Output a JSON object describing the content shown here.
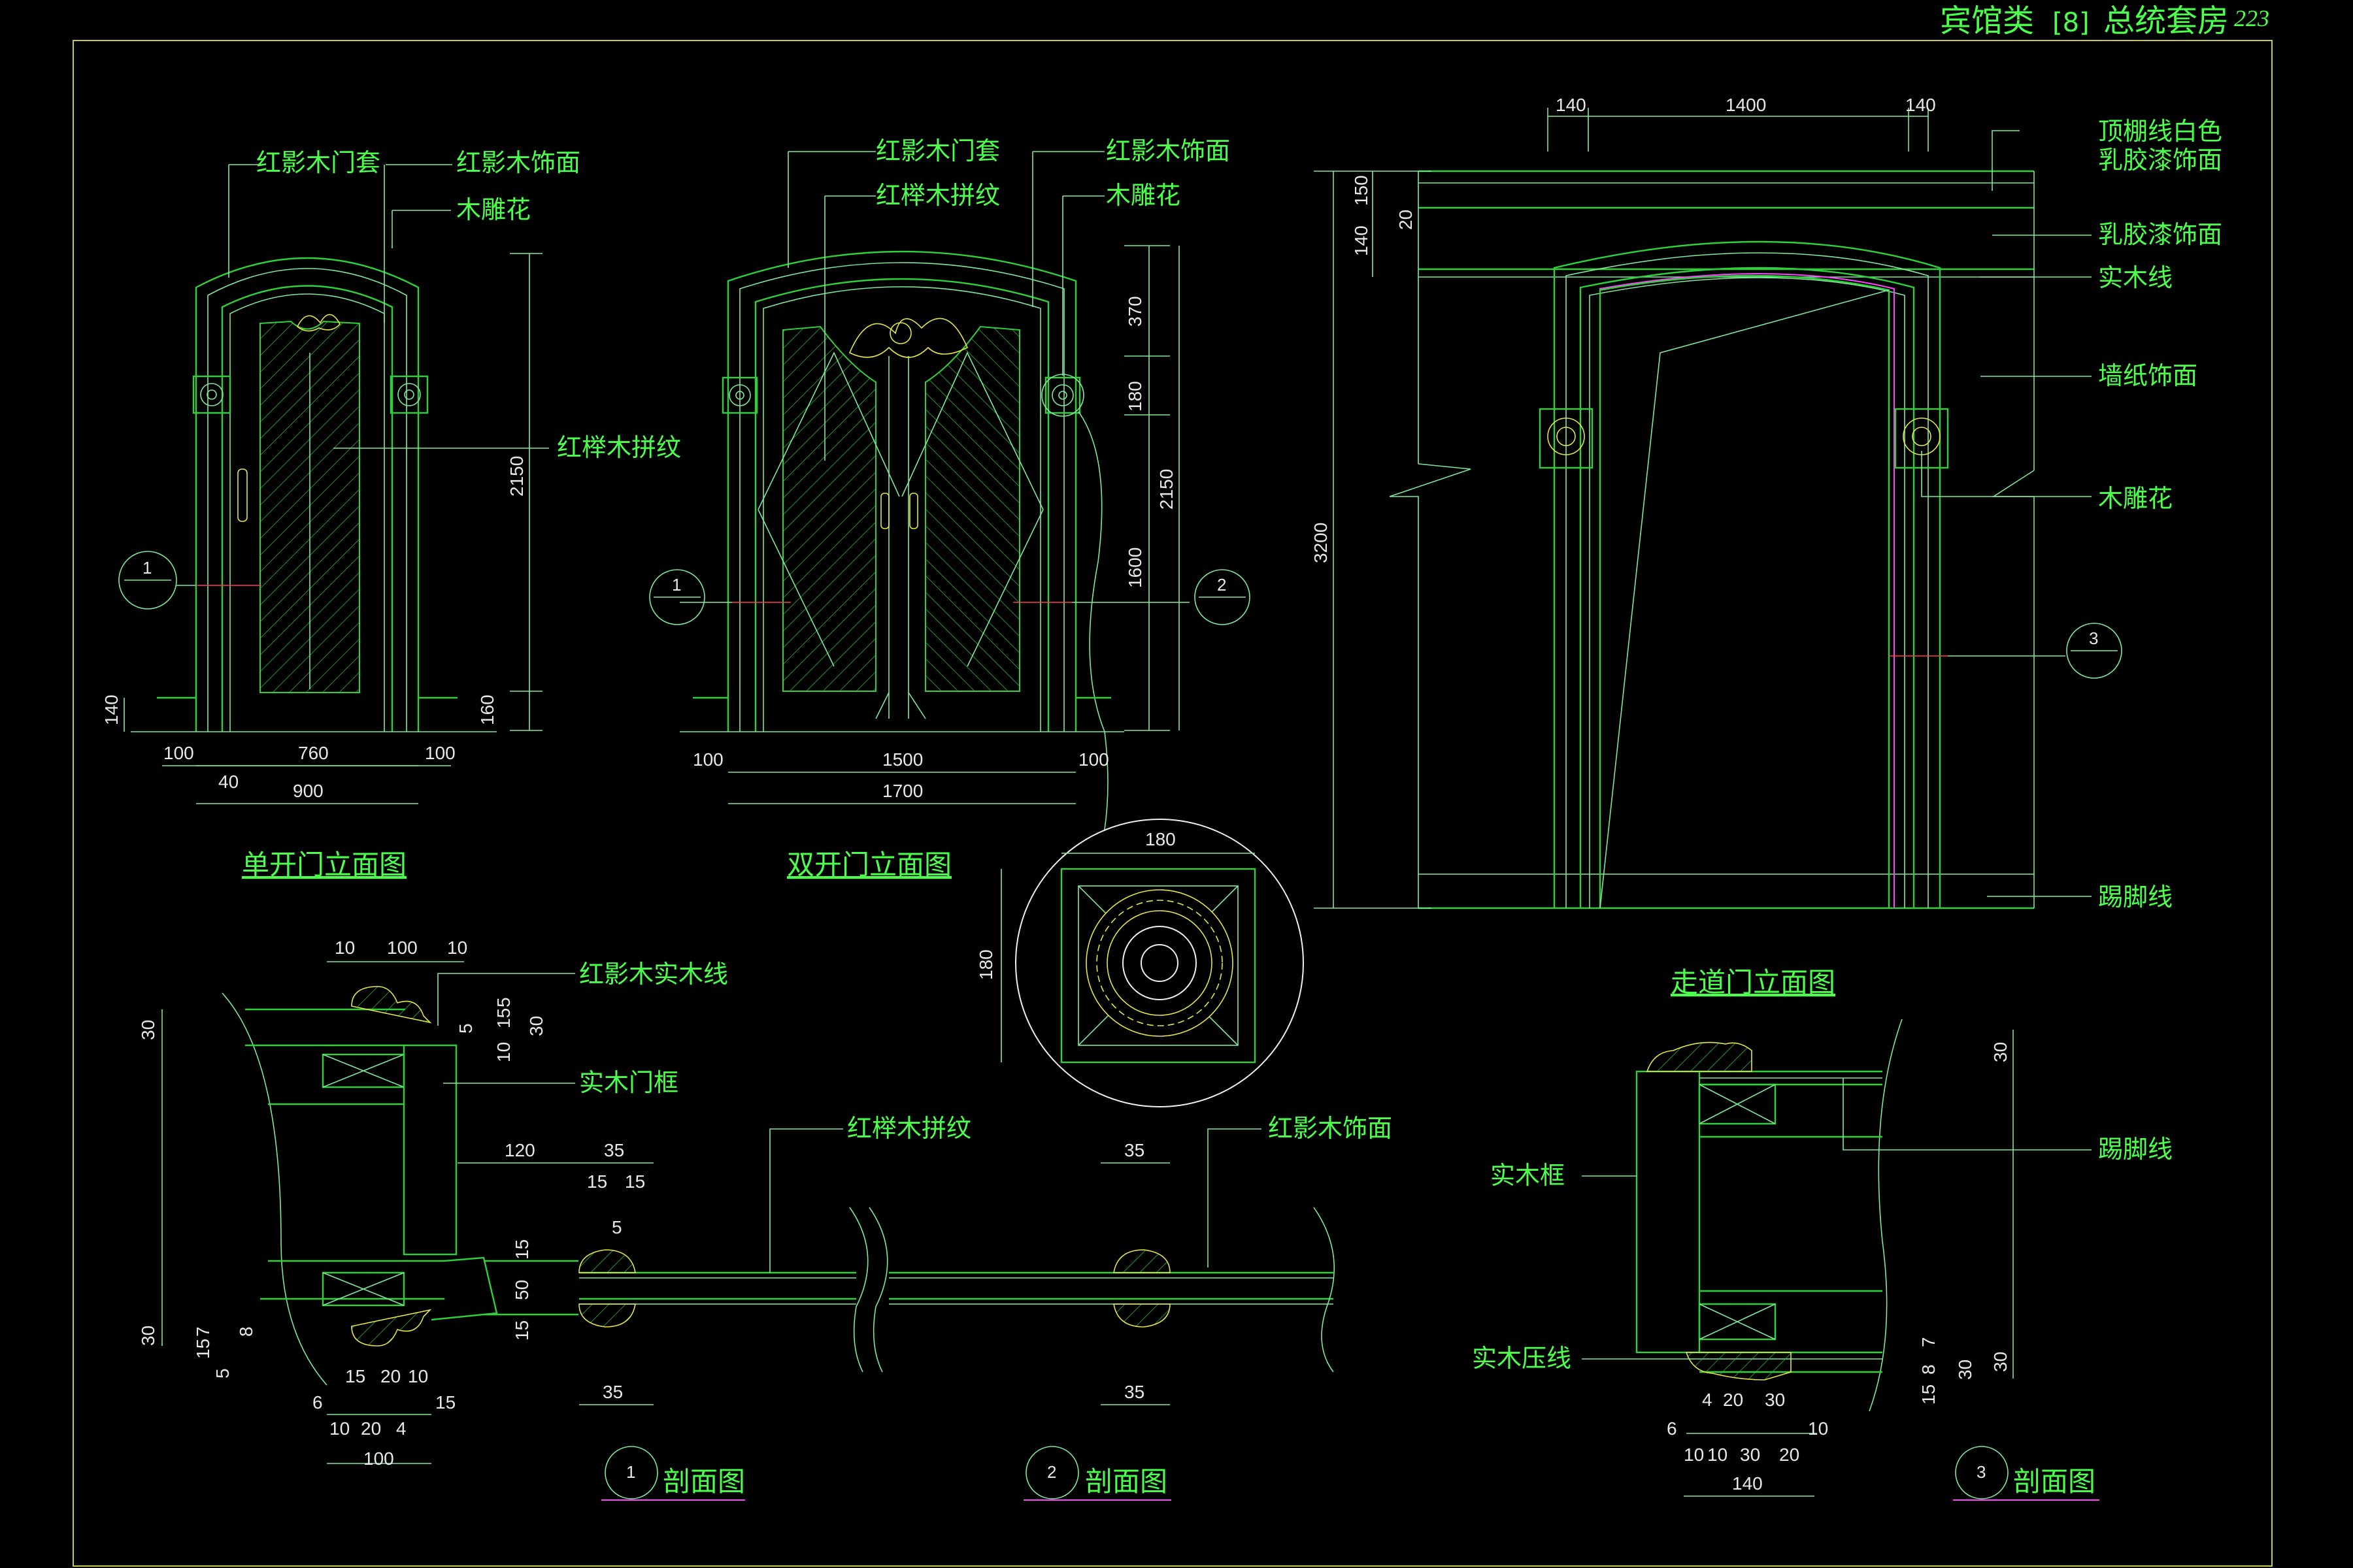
{
  "header": {
    "category": "宾馆类",
    "index": "[8]",
    "subject": "总统套房",
    "page_no": "223"
  },
  "titles": {
    "single_door": "单开门立面图",
    "double_door": "双开门立面图",
    "corridor_door": "走道门立面图",
    "section": "剖面图"
  },
  "labels": {
    "door_casing": "红影木门套",
    "veneer": "红影木饰面",
    "carving": "木雕花",
    "beech_pattern": "红榉木拼纹",
    "ceiling_line": "顶棚线白色",
    "latex_finish": "乳胶漆饰面",
    "latex_paint": "乳胶漆饰面",
    "solid_line": "实木线",
    "wallpaper": "墙纸饰面",
    "skirting": "踢脚线",
    "solid_molding": "红影木实木线",
    "solid_frame": "实木门框",
    "solid_frame_short": "实木框",
    "press_line": "实木压线"
  },
  "bubbles": {
    "one": "1",
    "two": "2",
    "three": "3"
  },
  "dims": {
    "d140": "140",
    "d100": "100",
    "d760": "760",
    "d40": "40",
    "d900": "900",
    "d2150": "2150",
    "d160": "160",
    "d1500": "1500",
    "d1700": "1700",
    "d370": "370",
    "d180": "180",
    "d1600": "1600",
    "d1400": "1400",
    "d150": "150",
    "d20": "20",
    "d3200": "3200",
    "d10": "10",
    "d30": "30",
    "d5": "5",
    "d15": "15",
    "d120": "120",
    "d35": "35",
    "d50": "50",
    "d7": "7",
    "d8": "8",
    "d6": "6",
    "d4": "4"
  },
  "colors": {
    "line": "#2fd13a",
    "text": "#4cff4c",
    "frame": "#c8c850",
    "dim_text": "#e8e8e8"
  }
}
